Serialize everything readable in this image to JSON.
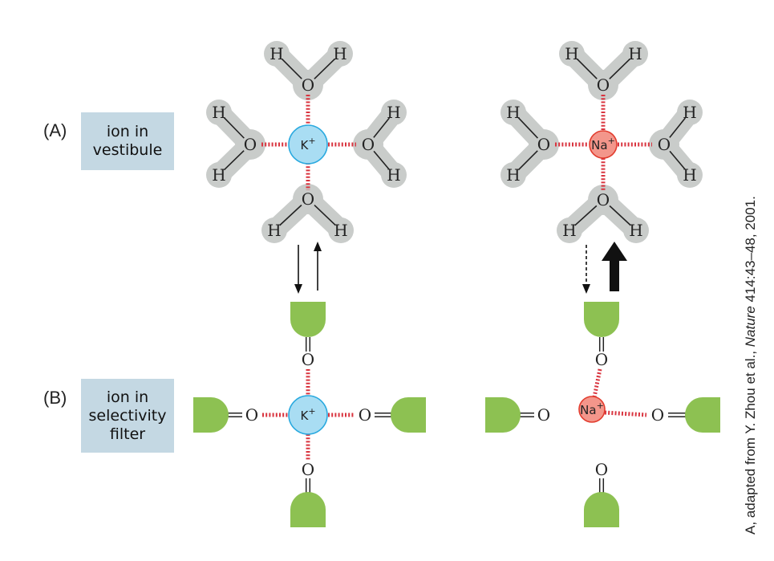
{
  "labels": {
    "a": "(A)",
    "b": "(B)",
    "vestibule": [
      "ion in",
      "vestibule"
    ],
    "filter": [
      "ion in",
      "selectivity",
      "filter"
    ]
  },
  "atoms": {
    "h": "H",
    "o": "O"
  },
  "ions": {
    "k": "K",
    "na": "Na",
    "charge": "+"
  },
  "credit": {
    "prefix": "A, adapted from Y. Zhou et al., ",
    "journal": "Nature",
    "suffix": " 414:43–48, 2001."
  },
  "colors": {
    "water_shadow": "#c9ccca",
    "k_fill": "#a9ddf3",
    "k_stroke": "#29a9df",
    "na_fill": "#f3968b",
    "na_stroke": "#e23c2e",
    "bond": "#d9343f",
    "carbonyl_group": "#8dc152",
    "label_box": "#c4d8e3"
  }
}
